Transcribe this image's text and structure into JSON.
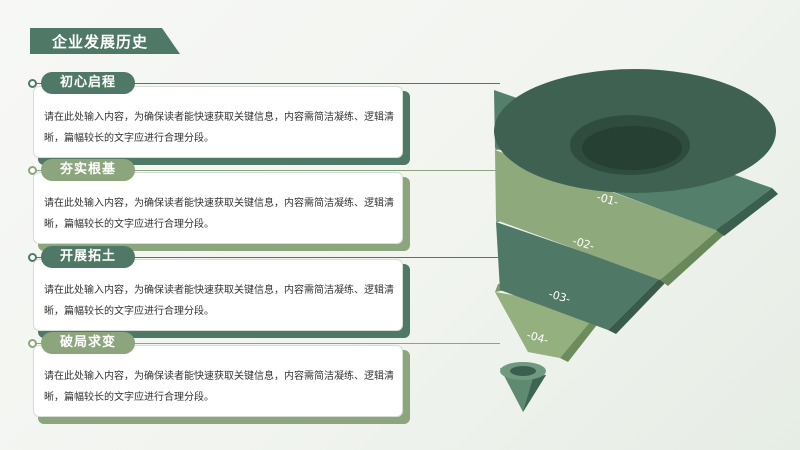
{
  "title": "企业发展历史",
  "colors": {
    "dark": "#4f7966",
    "light": "#8ca57d"
  },
  "items": [
    {
      "label": "初心启程",
      "desc": "请在此处输入内容，为确保读者能快速获取关键信息，内容需简洁凝练、逻辑清晰，篇幅较长的文字应进行合理分段。"
    },
    {
      "label": "夯实根基",
      "desc": "请在此处输入内容，为确保读者能快速获取关键信息，内容需简洁凝练、逻辑清晰，篇幅较长的文字应进行合理分段。"
    },
    {
      "label": "开展拓土",
      "desc": "请在此处输入内容，为确保读者能快速获取关键信息，内容需简洁凝练、逻辑清晰，篇幅较长的文字应进行合理分段。"
    },
    {
      "label": "破局求变",
      "desc": "请在此处输入内容，为确保读者能快速获取关键信息，内容需简洁凝练、逻辑清晰，篇幅较长的文字应进行合理分段。"
    }
  ],
  "funnel": [
    "-01-",
    "-02-",
    "-03-",
    "-04-"
  ]
}
